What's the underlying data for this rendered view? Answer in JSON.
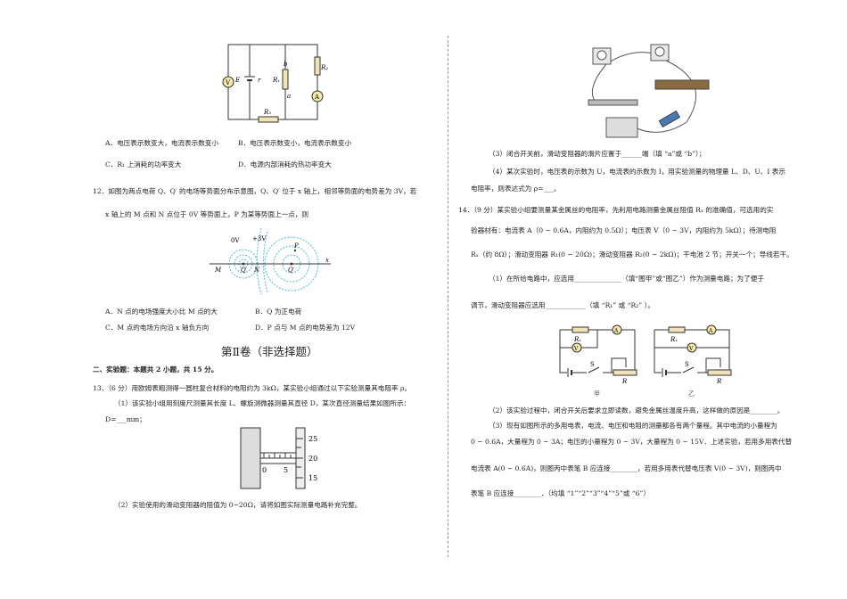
{
  "left": {
    "fig11": {
      "labels": {
        "v": "V",
        "e": "E",
        "r": "r",
        "b": "b",
        "r1": "R₁",
        "a": "a",
        "r2": "R₂",
        "amm": "A",
        "r3": "R₃"
      }
    },
    "q11_options": [
      "A．电压表示数变大，电流表示数变小",
      "B．电压表示数变小，电流表示数变小",
      "C．R₁ 上消耗的功率变大",
      "D．电源内部消耗的热功率变大"
    ],
    "q12_line1": "12．如图为两点电荷 Q、Q′ 的电场等势面分布示意图，Q、Q′ 位于 x 轴上，相邻等势面的电势差为 3V，若",
    "q12_line2": "x 轴上的 M 点和 N 点位于 0V 等势面上，P 为某等势面上一点，则",
    "fig12": {
      "labels": {
        "zero": "0V",
        "three": "+3V",
        "m": "M",
        "q": "Q",
        "n": "N",
        "qp": "Q′",
        "p": "P",
        "x": "x"
      },
      "line_color": "#4db8d8"
    },
    "q12_options": [
      "A．N 点的电场强度大小比 M 点的大",
      "B．Q 为正电荷",
      "C．M 点的电场方向沿 x 轴负方向",
      "D．P 点与 M 点的电势差为 12V"
    ],
    "section_title": "第Ⅱ卷（非选择题）",
    "part2_heading": "二、实验题：本题共 2 小题，共 15 分。",
    "q13_line1": "13．（6 分）用欧姆表粗测得一圆柱复合材料的电阻约为 3kΩ，某实验小组通过以下实验测量其电阻率 ρ。",
    "q13_1": "（1）该实验小组用刻度尺测量其长度 L、螺旋测微器测量其直径 D，某次直径测量结果如图所示：",
    "q13_d": "D=___mm；",
    "fig13": {
      "ticks": [
        "25",
        "20",
        "15"
      ],
      "main_labels": [
        "0",
        "5"
      ]
    },
    "q13_2": "（2）实验使用的滑动变阻器的阻值为 0~20Ω，请将如图实际测量电路补充完整。"
  },
  "right": {
    "q13_3": "（3）闭合开关前，滑动变阻器的滑片应置于______端（填 “a”或 “b”）；",
    "q13_4": "（4）某次实验时，电压表的示数为 U，电流表的示数为 I，用实验测量的物理量 L、D、U、I 表示",
    "q13_4b": "电阻率，则表达式为 ρ=___。",
    "q14_line1": "14．（9 分）某实验小组要测量某金属丝的电阻率，先利用电路测量金属丝阻值 Rₓ 的准确值，可选用的实",
    "q14_line2": "验器材有：电流表 A（0 ~ 0.6A，内阻约为 0.5Ω）；电压表 V（0 ~ 3V，内阻约为 5kΩ）；待测电阻",
    "q14_line3": "Rₓ（约 8Ω）；滑动变阻器 R₁(0 ~ 20Ω)；滑动变阻器 R₂(0 ~ 2kΩ)；干电池 2 节；开关一个；导线若干。",
    "q14_1": "（1）在所给电路中，应选用______________（填“图甲”或“图乙”）作为测量电路；为了便于",
    "q14_1b": "调节，滑动变阻器应选用____________（填 “R₁” 或 “R₂” ）。",
    "circuits": [
      {
        "caption": "甲",
        "rx": "Rₓ",
        "a": "A",
        "v": "V",
        "s": "S",
        "r": "R"
      },
      {
        "caption": "乙",
        "rx": "Rₓ",
        "a": "A",
        "v": "V",
        "s": "S",
        "r": "R"
      }
    ],
    "q14_2": "（2）该实验过程中，闭合开关后要求立即读数，避免金属丝温度升高，这样做的原因是________。",
    "q14_3": "（3）现有如图所示的多用电表，电流、电压和电阻的测量都各有两个量程。其中电流的小量程为",
    "q14_3b": "0 ~ 0.6A，大量程为 0 ~ 3A；电压的小量程为 0 ~ 3V，大量程为 0 ~ 15V．上述实验，若用多用表代替",
    "q14_3c": "电流表 A(0 ~ 0.6A)，则图丙中表笔 B 应连接________，若用多用表代替电压表 V(0 ~ 3V)，则图丙中",
    "q14_3d": "表笔 B 应连接________．（均填 “1”“2”“3”“4”“5”或 “6”）"
  }
}
